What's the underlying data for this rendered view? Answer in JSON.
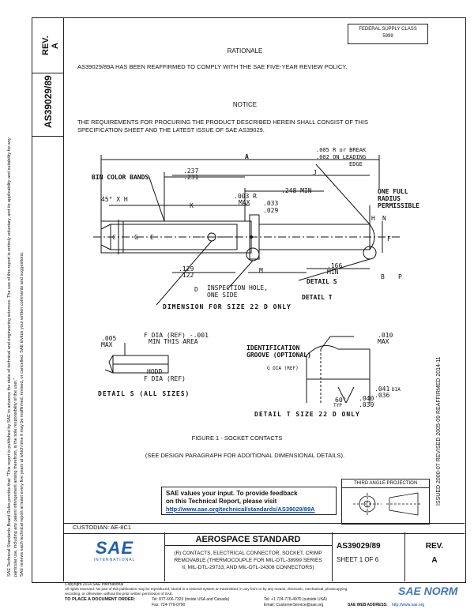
{
  "top_box": {
    "line1": "FEDERAL SUPPLY CLASS",
    "line2": "5999"
  },
  "side": {
    "rev_label": "REV.",
    "rev_value": "A",
    "doc_number": "AS39029/89",
    "disclaimer_1": "SAE Technical Standards Board Rules provide that: \"This report is published by SAE to advance the state of technical and engineering sciences. The use of this report is entirely voluntary, and its applicability and suitability for any particular use, including any patent infringement arising therefrom, is the sole responsibility of the user.\"",
    "disclaimer_2": "SAE reviews each technical report at least every five years at which time it may be reaffirmed, revised, or cancelled. SAE invites your written comments and suggestions.",
    "history": "ISSUED 2000-07     REVISED 2005-09     REAFFIRMED 2014-11"
  },
  "rationale": {
    "heading": "RATIONALE",
    "text": "AS39029/89A HAS BEEN REAFFIRMED TO COMPLY WITH THE SAE FIVE-YEAR REVIEW POLICY."
  },
  "notice": {
    "heading": "NOTICE",
    "text_line1": "THE REQUIREMENTS FOR PROCURING THE PRODUCT DESCRIBED HEREIN SHALL CONSIST OF THIS",
    "text_line2": "SPECIFICATION SHEET AND THE LATEST ISSUE OF SAE AS39029."
  },
  "drawing": {
    "labels": {
      "A": "A",
      "J": "J",
      "K": "K",
      "M": "M",
      "N": "N",
      "H": "H",
      "C": "C",
      "G": "G",
      "E": "E",
      "F": "F",
      "B": "B",
      "P": "P",
      "D": "D",
      "break": ".005 R or BREAK",
      "break2": ".002      ON LEADING",
      "edge": "EDGE",
      "d237": ".237",
      "d231": ".231",
      "d248": ".248 MIN",
      "bin": "BIN COLOR BANDS",
      "chamfer": "45° X H",
      "r003": ".003 R",
      "max": "MAX",
      "d033": ".033",
      "d029": ".029",
      "full1": "ONE FULL",
      "full2": "RADIUS",
      "full3": "PERMISSIBLE",
      "d129": ".129",
      "d122": ".122",
      "d166": ".166",
      "min": "MIN",
      "insp1": "INSPECTION HOLE,",
      "insp2": "ONE SIDE",
      "detS": "DETAIL S",
      "detT": "DETAIL T",
      "dimsize": "DIMENSION FOR SIZE 22 D ONLY",
      "d005": ".005",
      "max2": "MAX",
      "fdia1": "F DIA (REF) -.001",
      "fdia2": "MIN THIS AREA",
      "hodd": "HODD",
      "fdia3": "F DIA (REF)",
      "detS2": "DETAIL S (ALL SIZES)",
      "ident1": "IDENTIFICATION",
      "ident2": "GROOVE (OPTIONAL)",
      "gdia": "G DIA (REF)",
      "d010": ".010",
      "max3": "MAX",
      "deg60": "60°",
      "typ": "TYP",
      "d041": ".041",
      "dia": "DIA",
      "d036": ".036",
      "d040": ".040",
      "d030": ".030",
      "detT2": "DETAIL T SIZE 22 D ONLY"
    }
  },
  "figure": {
    "caption": "FIGURE 1 - SOCKET CONTACTS",
    "note": "(SEE DESIGN PARAGRAPH FOR ADDITIONAL DIMENSIONAL DETAILS)."
  },
  "feedback": {
    "line1": "SAE values your input. To provide feedback",
    "line2": "on this Technical Report, please visit",
    "url": "http://www.sae.org/technical/standards/AS39029/89A"
  },
  "projection": {
    "label": "THIRD ANGLE PROJECTION"
  },
  "custodian": "CUSTODIAN: AE-8C1",
  "title_block": {
    "logo": "SAE",
    "logo_sub": "INTERNATIONAL",
    "heading": "AEROSPACE STANDARD",
    "desc1": "(R) CONTACTS, ELECTRICAL CONNECTOR, SOCKET, CRIMP",
    "desc2": "REMOVABLE (THERMOCOUPLE FOR MIL-DTL-38999 SERIES",
    "desc3": "II, MIL-DTL-29733, AND MIL-DTL-24308 CONNECTORS)",
    "number": "AS39029/89",
    "sheet": "SHEET 1 OF 6",
    "rev_label": "REV.",
    "rev_value": "A"
  },
  "footer": {
    "copyright": "Copyright 2014 SAE International",
    "line2": "All rights reserved. No part of this publication may be reproduced, stored in a retrieval system or transmitted, in any form or by any means, electronic, mechanical, photocopying,",
    "line3": "recording, or otherwise, without the prior written permission of SAE.",
    "order": "TO PLACE A DOCUMENT ORDER:",
    "tel": "Tel:  877-606-7323 (inside USA and Canada)",
    "tel2": "Tel:  +1 724-776-4970 (outside USA)",
    "fax": "Fax:  724-776-0790",
    "email": "Email: CustomerService@sae.org",
    "web": "SAE WEB ADDRESS:",
    "webval": "http://www.sae.org",
    "watermark": "SAE NORM"
  }
}
